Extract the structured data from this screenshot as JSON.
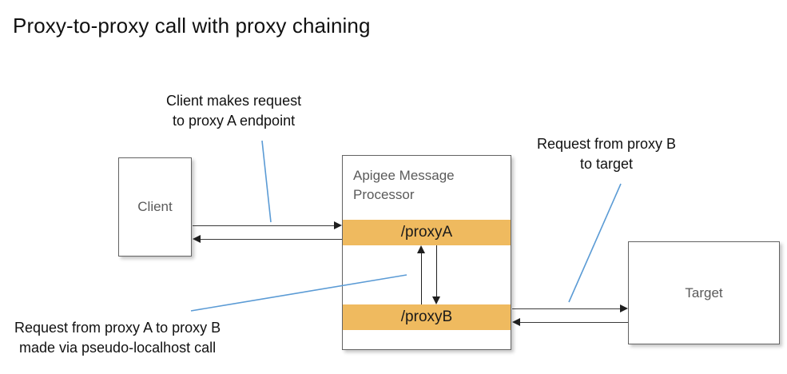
{
  "title": "Proxy-to-proxy call with proxy chaining",
  "nodes": {
    "client": {
      "label": "Client"
    },
    "message_processor": {
      "label": "Apigee Message Processor",
      "bands": [
        {
          "label": "/proxyA"
        },
        {
          "label": "/proxyB"
        }
      ]
    },
    "target": {
      "label": "Target"
    }
  },
  "annotations": [
    {
      "id": "client-request",
      "line1": "Client makes request",
      "line2": "to proxy A endpoint"
    },
    {
      "id": "proxyb-to-target",
      "line1": "Request from proxy B",
      "line2": "to target"
    },
    {
      "id": "proxy-chaining",
      "line1": "Request from proxy A to proxy B",
      "line2": "made via pseudo-localhost call"
    }
  ],
  "flows": [
    {
      "id": "client-to-proxya",
      "from": "client",
      "to": "/proxyA",
      "direction": "right"
    },
    {
      "id": "proxya-to-client",
      "from": "/proxyA",
      "to": "client",
      "direction": "left"
    },
    {
      "id": "proxyb-to-proxya",
      "from": "/proxyB",
      "to": "/proxyA",
      "direction": "up"
    },
    {
      "id": "proxya-to-proxyb",
      "from": "/proxyA",
      "to": "/proxyB",
      "direction": "down"
    },
    {
      "id": "proxyb-to-target",
      "from": "/proxyB",
      "to": "target",
      "direction": "right"
    },
    {
      "id": "target-to-proxyb",
      "from": "target",
      "to": "/proxyB",
      "direction": "left"
    }
  ],
  "colors": {
    "band": "#efba5f",
    "box_border": "#636363",
    "box_label": "#5a5a5a",
    "leader_line": "#5b9bd5",
    "arrow": "#1f1f1f",
    "title_text": "#111111"
  }
}
